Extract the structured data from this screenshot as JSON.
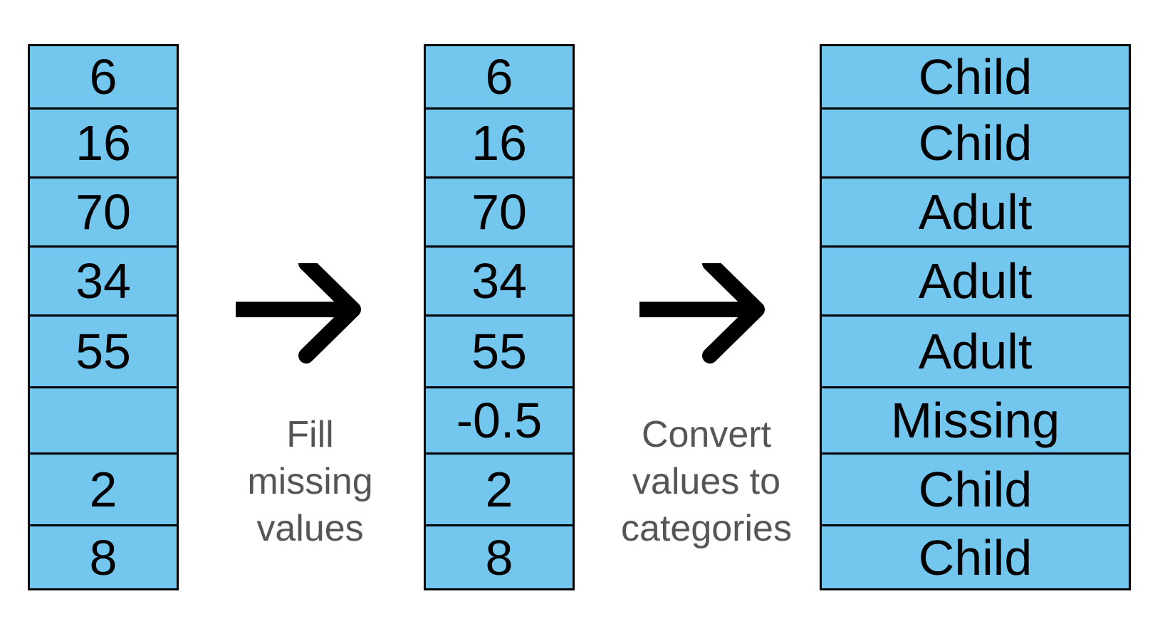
{
  "columns": {
    "input": [
      "6",
      "16",
      "70",
      "34",
      "55",
      "",
      "2",
      "8"
    ],
    "filled": [
      "6",
      "16",
      "70",
      "34",
      "55",
      "-0.5",
      "2",
      "8"
    ],
    "categories": [
      "Child",
      "Child",
      "Adult",
      "Adult",
      "Adult",
      "Missing",
      "Child",
      "Child"
    ]
  },
  "steps": [
    {
      "lines": [
        "Fill",
        "missing",
        "values"
      ]
    },
    {
      "lines": [
        "Convert",
        "values to",
        "categories"
      ]
    }
  ],
  "colors": {
    "cell_fill": "#73c7ee",
    "border": "#000000",
    "label_text": "#555555",
    "arrow": "#000000"
  },
  "icons": {
    "arrow": "right-arrow-icon"
  }
}
